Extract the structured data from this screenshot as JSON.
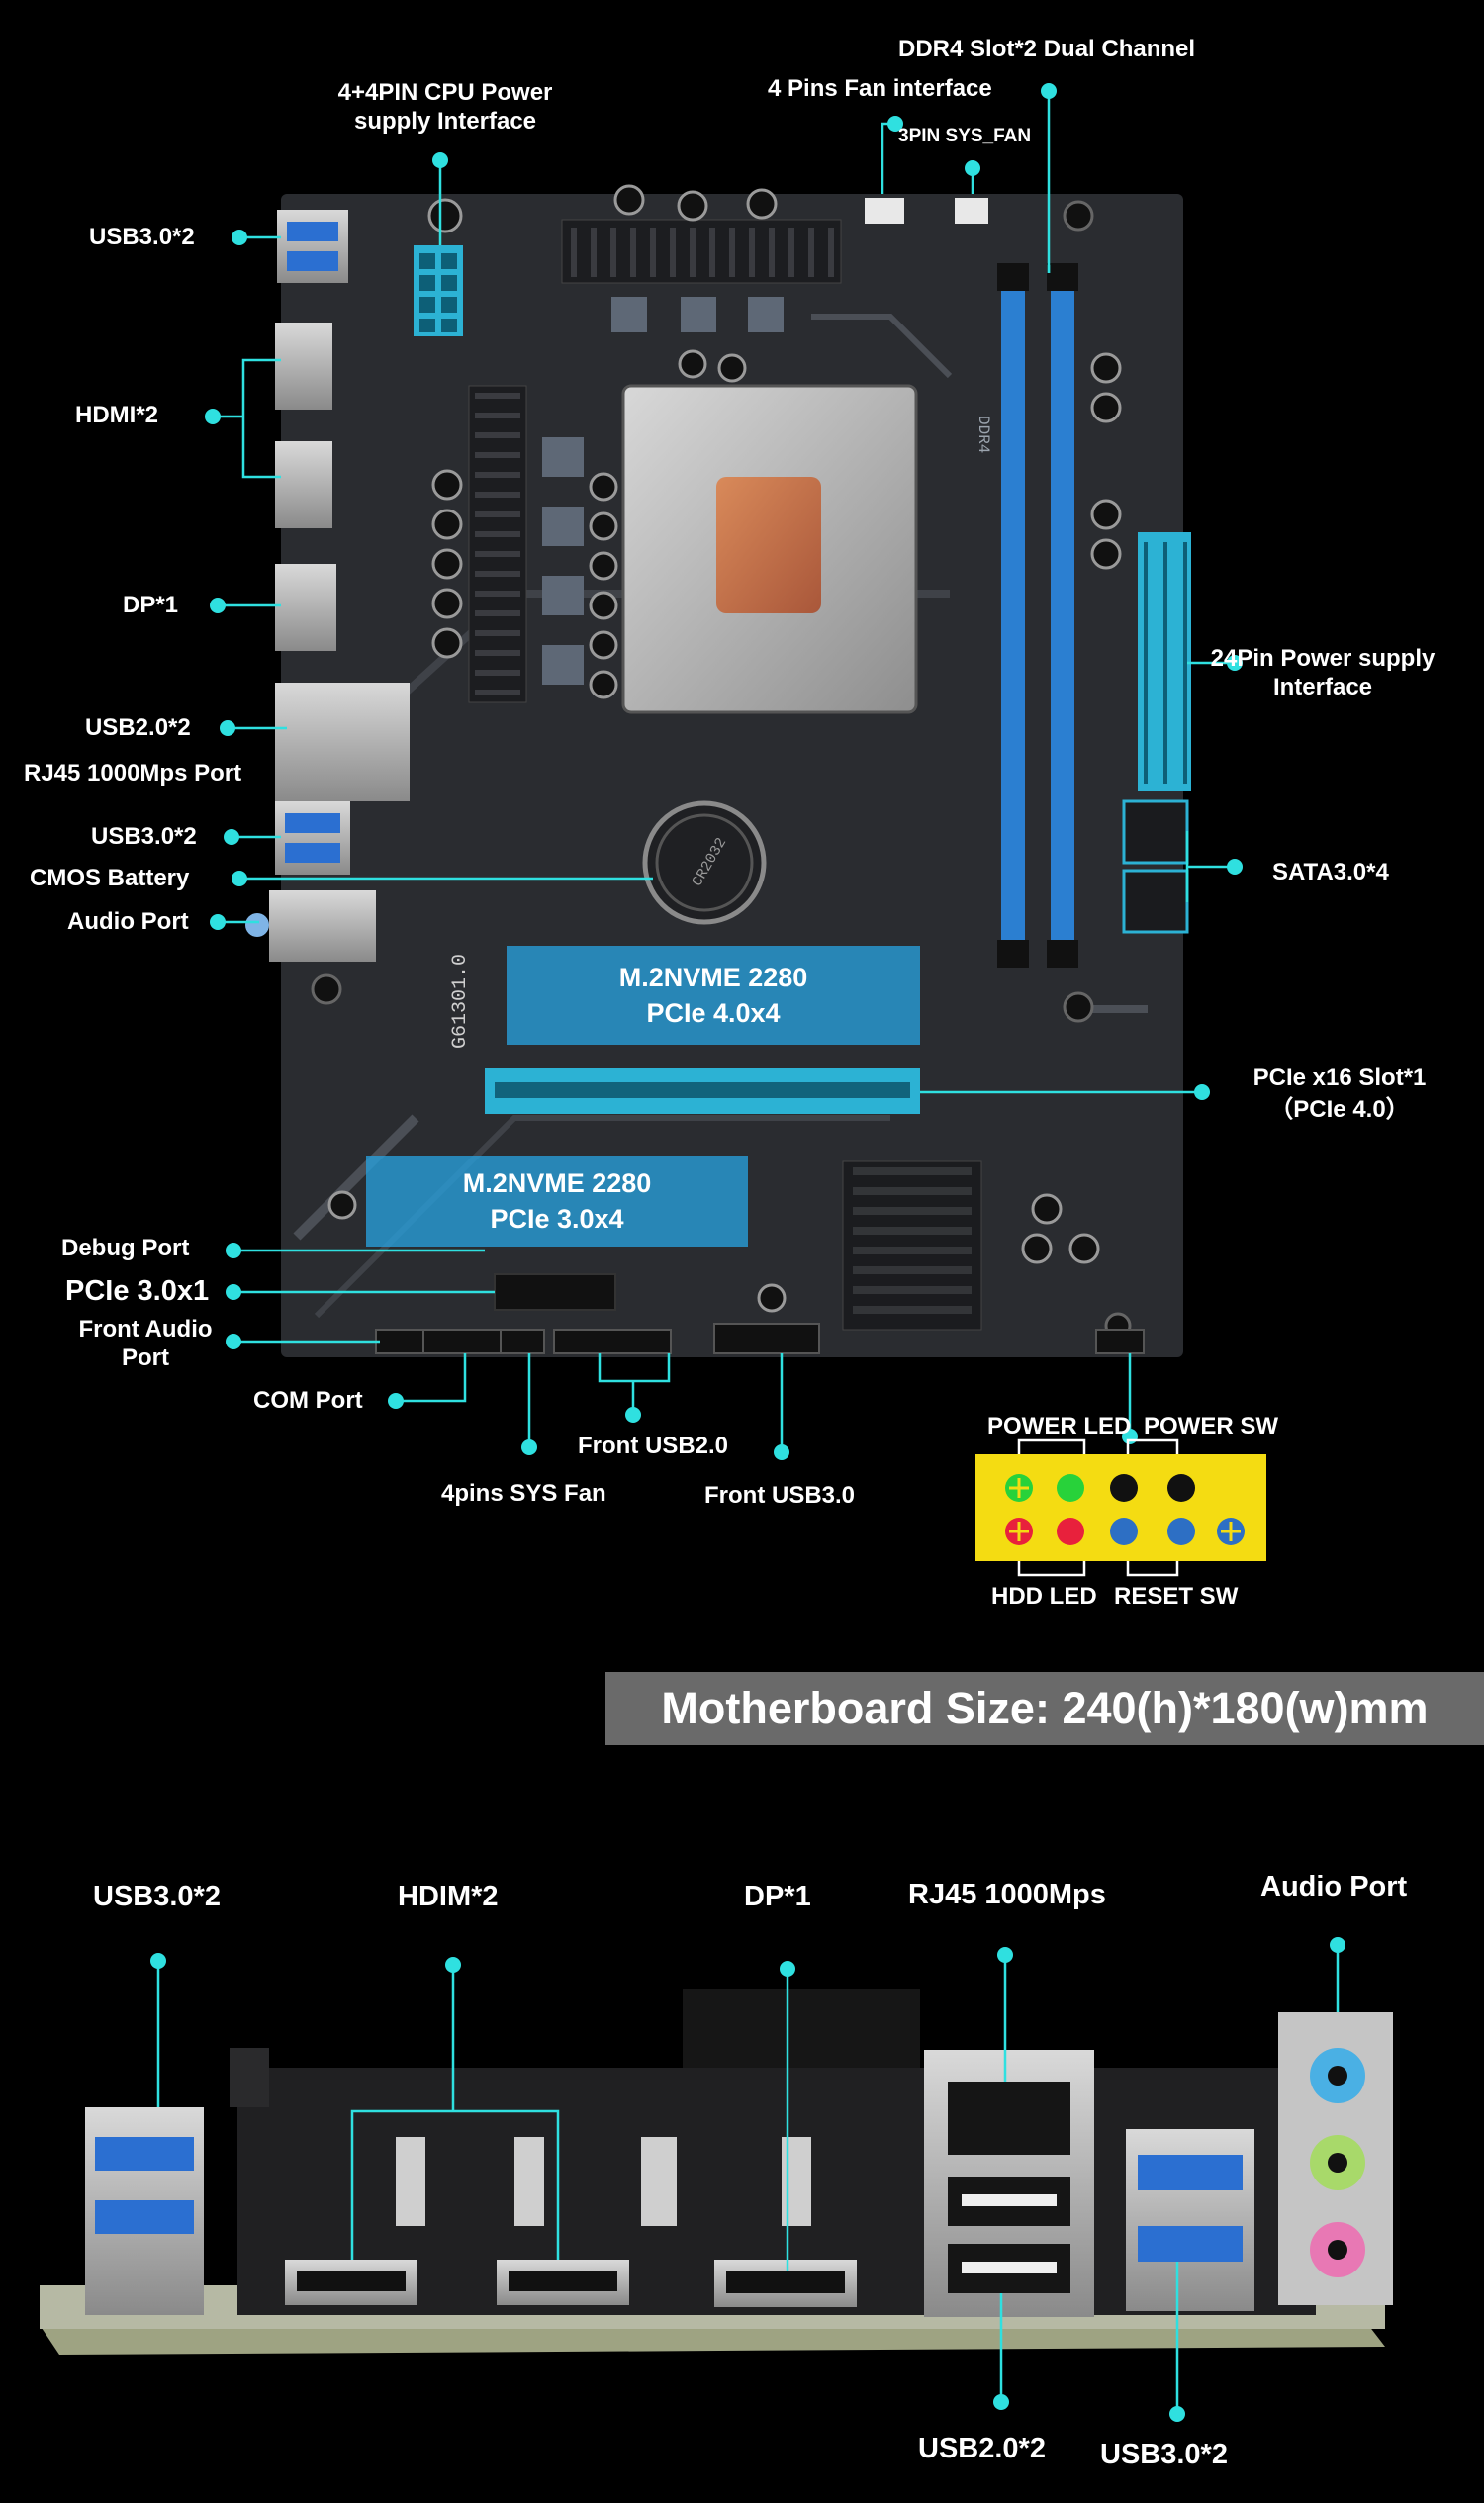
{
  "board_labels": {
    "cpu_power": "4+4PIN CPU Power supply Interface",
    "ddr4": "DDR4 Slot*2 Dual Channel",
    "fan4": "4 Pins Fan interface",
    "sys_fan3": "3PIN SYS_FAN",
    "usb30_top": "USB3.0*2",
    "hdmi": "HDMI*2",
    "dp": "DP*1",
    "usb20": "USB2.0*2",
    "rj45": "RJ45 1000Mps Port",
    "usb30_mid": "USB3.0*2",
    "cmos": "CMOS Battery",
    "audio": "Audio Port",
    "atx24": "24Pin Power supply Interface",
    "sata": "SATA3.0*4",
    "m2_a_line1": "M.2NVME 2280",
    "m2_a_line2": "PCIe 4.0x4",
    "m2_b_line1": "M.2NVME 2280",
    "m2_b_line2": "PCIe 3.0x4",
    "pcie16_line1": "PCIe x16 Slot*1",
    "pcie16_line2": "（PCIe 4.0）",
    "debug": "Debug Port",
    "pcie1": "PCIe 3.0x1",
    "front_audio": "Front Audio Port",
    "com": "COM Port",
    "front_usb2": "Front USB2.0",
    "sys_fan4": "4pins SYS Fan",
    "front_usb3": "Front USB3.0",
    "power_led": "POWER LED",
    "power_sw": "POWER SW",
    "hdd_led": "HDD LED",
    "reset_sw": "RESET SW",
    "board_model": "G61301.0",
    "slot_mark": "DDR4",
    "battery_mark": "CR2032"
  },
  "size_bar": "Motherboard Size: 240(h)*180(w)mm",
  "io_labels": {
    "usb30_left": "USB3.0*2",
    "hdmi": "HDIM*2",
    "dp": "DP*1",
    "rj45": "RJ45 1000Mps",
    "audio": "Audio Port",
    "usb20": "USB2.0*2",
    "usb30_right": "USB3.0*2"
  },
  "colors": {
    "background": "#000000",
    "accent": "#2fe0e0",
    "board": "#2a2c30",
    "ddr_slot": "#2b7fd1",
    "m2_overlay": "#28a0dc",
    "size_bar": "#6a6a6a",
    "panel_yellow": "#f4dc12"
  }
}
